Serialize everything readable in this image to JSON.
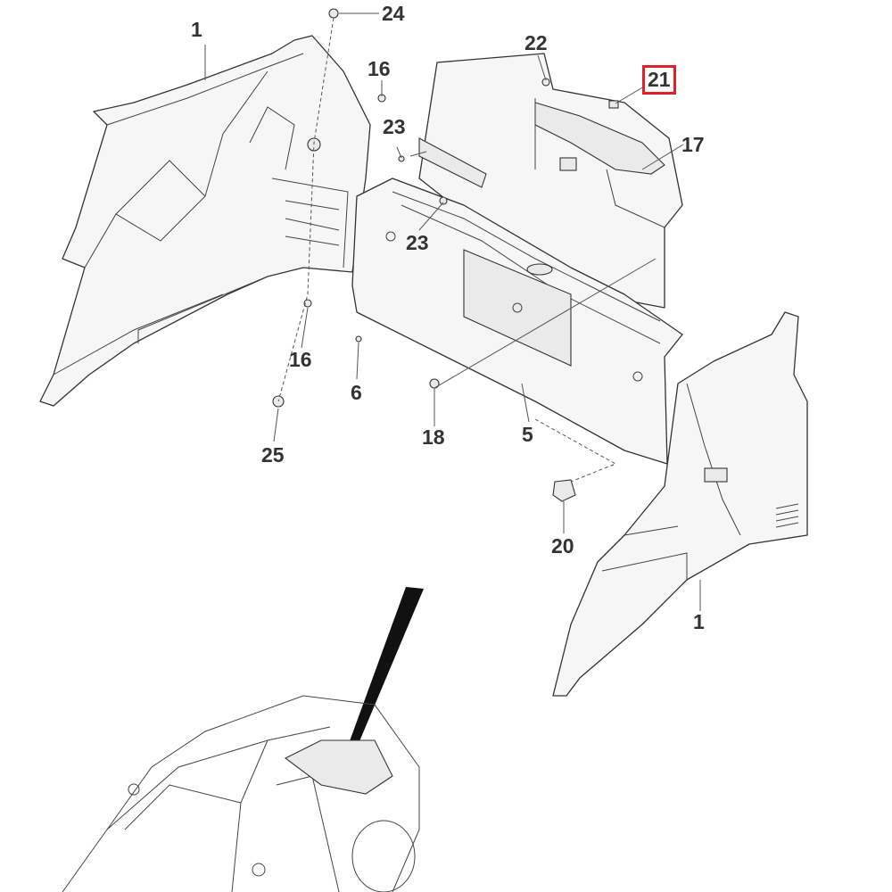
{
  "diagram": {
    "highlight_color": "#e3202a",
    "callouts": [
      {
        "id": "c1a",
        "label": "1"
      },
      {
        "id": "c24",
        "label": "24"
      },
      {
        "id": "c16a",
        "label": "16"
      },
      {
        "id": "c22",
        "label": "22"
      },
      {
        "id": "c21",
        "label": "21",
        "highlighted": true
      },
      {
        "id": "c17",
        "label": "17"
      },
      {
        "id": "c23a",
        "label": "23"
      },
      {
        "id": "c23b",
        "label": "23"
      },
      {
        "id": "c16b",
        "label": "16"
      },
      {
        "id": "c6",
        "label": "6"
      },
      {
        "id": "c18",
        "label": "18"
      },
      {
        "id": "c5",
        "label": "5"
      },
      {
        "id": "c25",
        "label": "25"
      },
      {
        "id": "c20",
        "label": "20"
      },
      {
        "id": "c1b",
        "label": "1"
      }
    ]
  }
}
